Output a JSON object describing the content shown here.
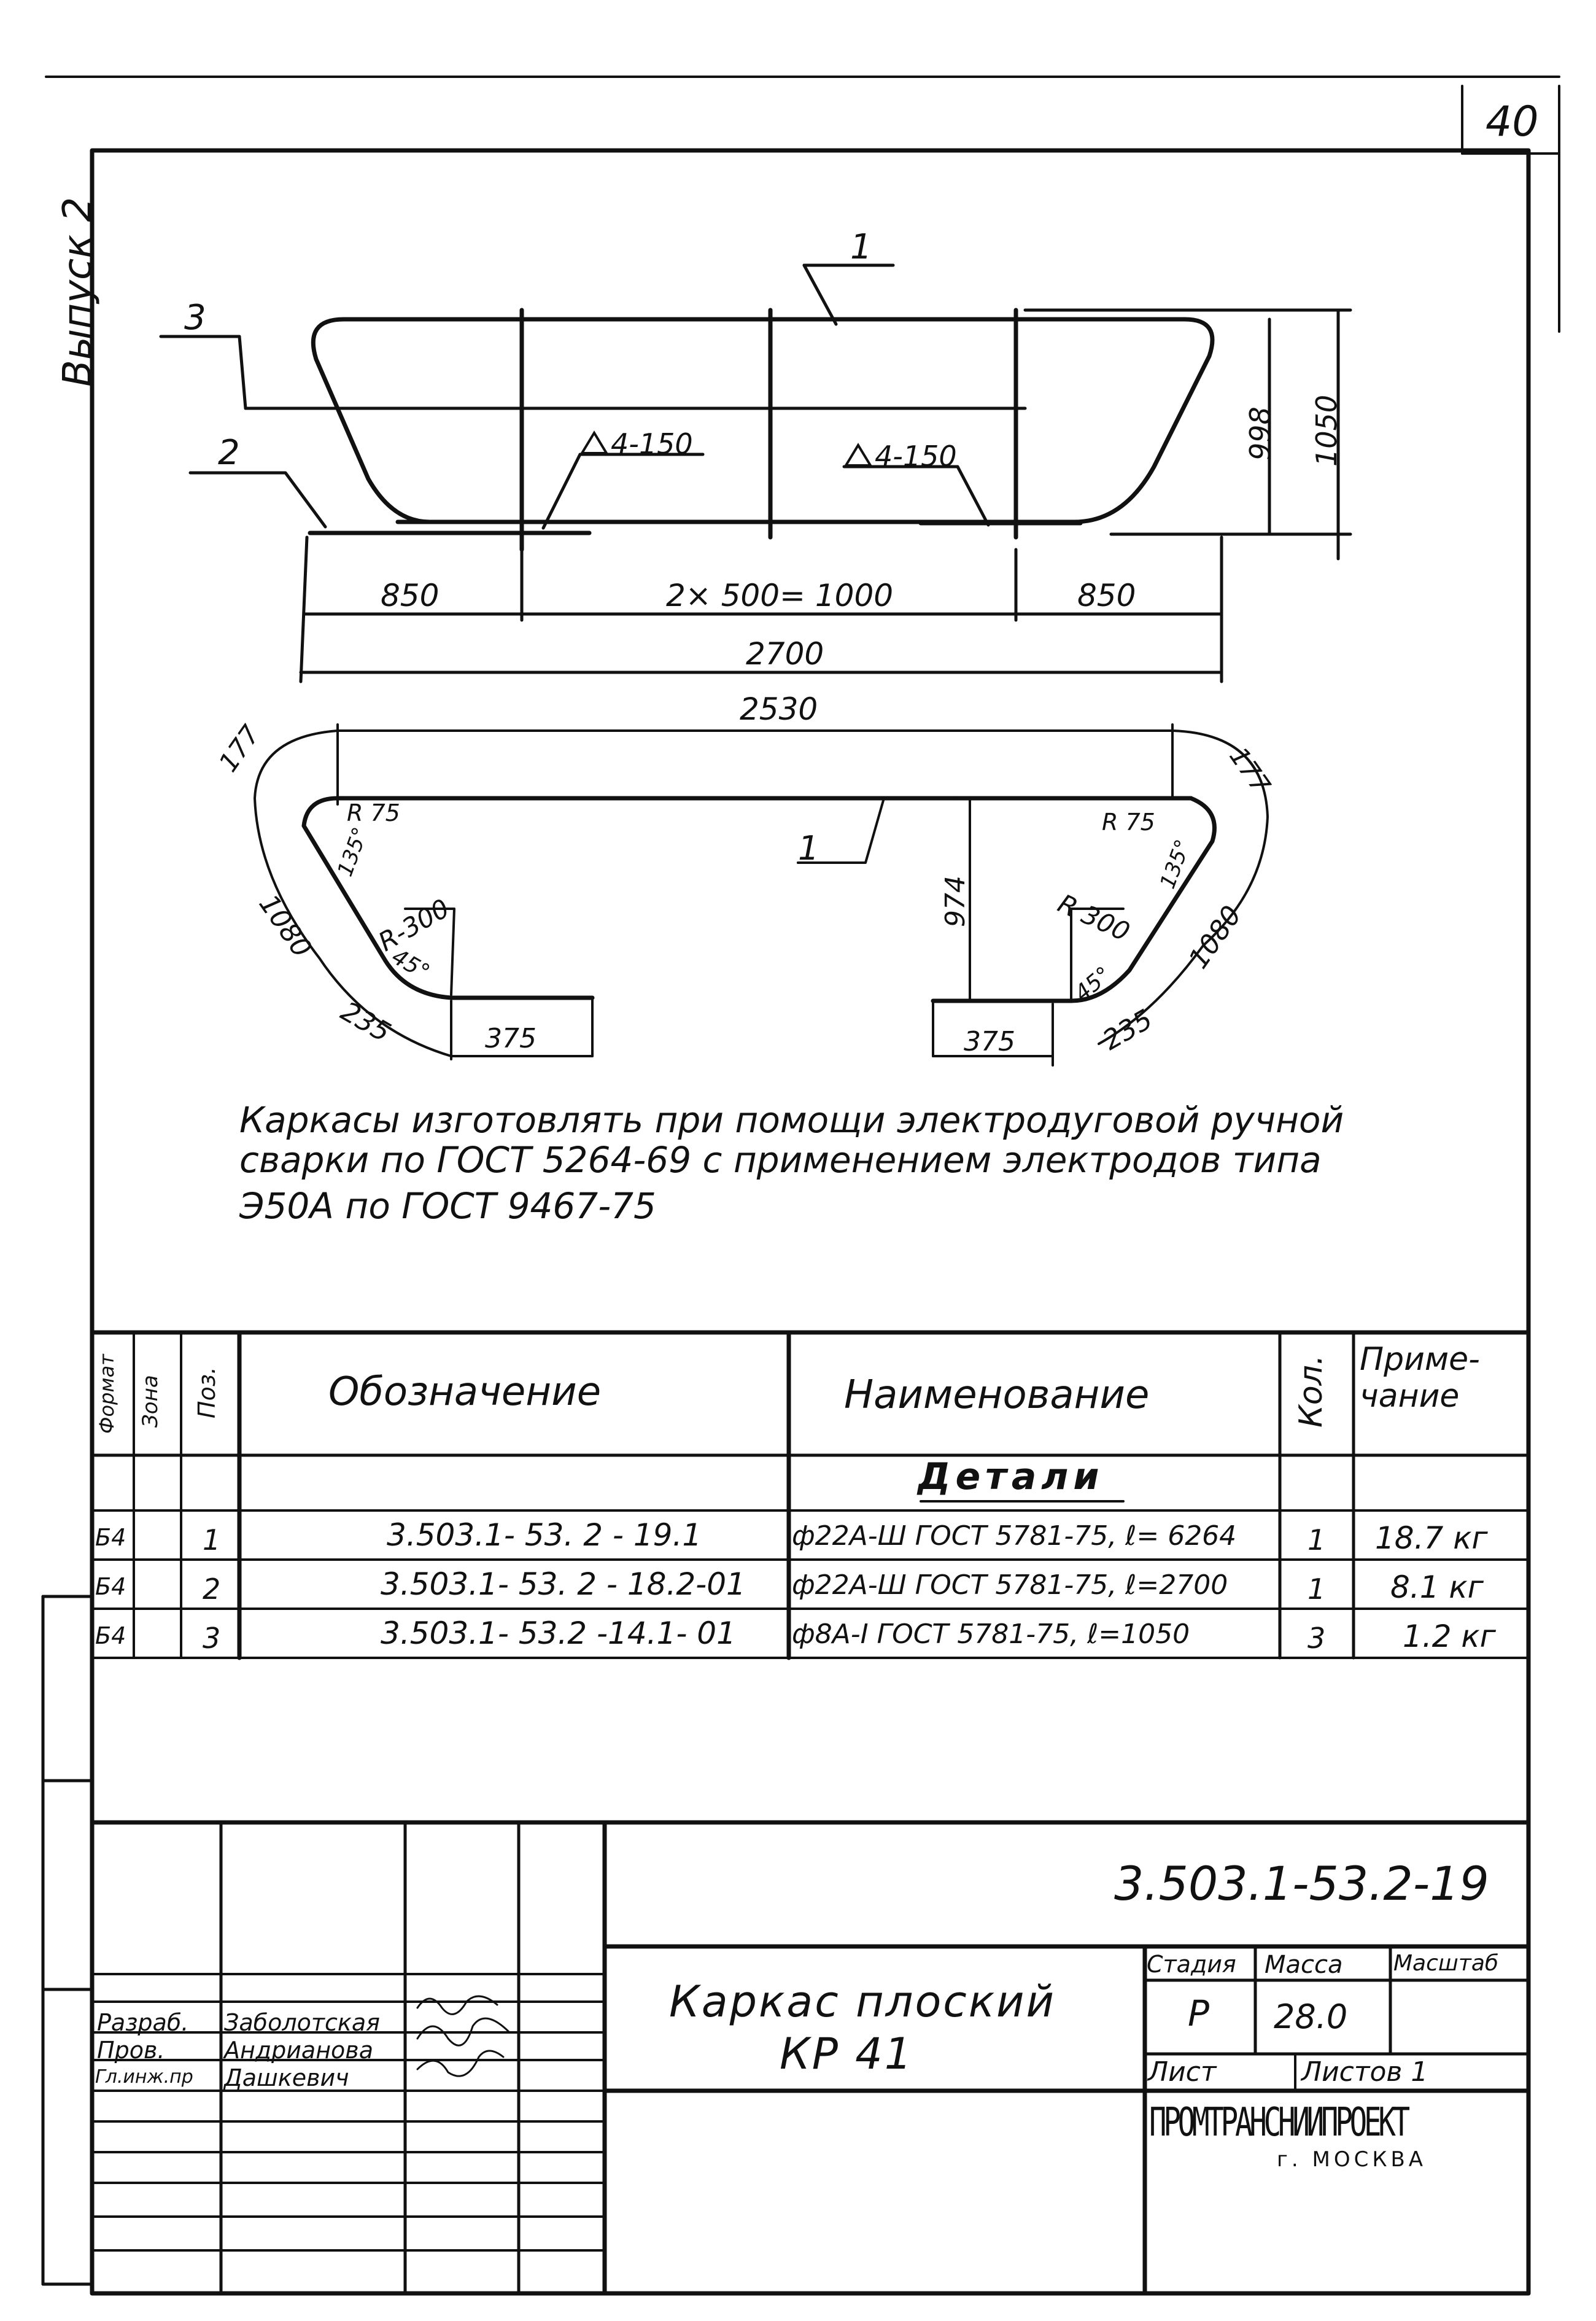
{
  "sheet_number": "40",
  "issue_label": "Выпуск 2",
  "drawing": {
    "position_labels": {
      "p1_top": "1",
      "p2": "2",
      "p3": "3",
      "p1_bottom": "1"
    },
    "welds": [
      "4-150",
      "4-150"
    ],
    "dims_top": {
      "left": "850",
      "middle": "2× 500= 1000",
      "right": "850",
      "overall": "2700",
      "height_inner": "998",
      "height_outer": "1050"
    },
    "dims_bottom": {
      "top": "2530",
      "arc_left": "177",
      "arc_right": "177",
      "side_left": "1080",
      "side_right": "1080",
      "tail_left": "235",
      "tail_right": "235",
      "foot_left": "375",
      "foot_right": "375",
      "height": "974",
      "r_small_left": "R 75",
      "r_small_right": "R 75",
      "r_big_left": "R-300",
      "r_big_right": "R 300",
      "angle_135_left": "135°",
      "angle_135_right": "135°",
      "angle_45_left": "45°",
      "angle_45_right": "45°"
    }
  },
  "note": {
    "line1": "Каркасы изготовлять при помощи электродуговой ручной",
    "line2": "сварки по ГОСТ 5264-69 с применением электродов типа",
    "line3": "Э50А  по ГОСТ  9467-75"
  },
  "spec": {
    "headers": {
      "format": "Формат",
      "zone": "Зона",
      "pos": "Поз.",
      "designation": "Обозначение",
      "name": "Наименование",
      "qty": "Кол.",
      "note": "Приме-\nчание"
    },
    "section": "Детали",
    "rows": [
      {
        "format": "Б4",
        "pos": "1",
        "designation": "3.503.1- 53. 2 - 19.1",
        "name": "ф22А-Ш ГОСТ 5781-75, ℓ= 6264",
        "qty": "1",
        "note": "18.7 кг"
      },
      {
        "format": "Б4",
        "pos": "2",
        "designation": "3.503.1- 53. 2 - 18.2-01",
        "name": "ф22А-Ш ГОСТ 5781-75, ℓ=2700",
        "qty": "1",
        "note": "8.1 кг"
      },
      {
        "format": "Б4",
        "pos": "3",
        "designation": "3.503.1- 53.2 -14.1- 01",
        "name": "ф8А-I ГОСТ 5781-75, ℓ=1050",
        "qty": "3",
        "note": "1.2 кг"
      }
    ]
  },
  "title_block": {
    "doc_code": "3.503.1-53.2-19",
    "title_line1": "Каркас плоский",
    "title_line2": "КР 41",
    "stage_label": "Стадия",
    "mass_label": "Масса",
    "scale_label": "Масштаб",
    "stage_value": "Р",
    "mass_value": "28.0",
    "scale_value": "",
    "sheet_label": "Лист",
    "sheets_label": "Листов 1",
    "org": "ПРОМТРАНСНИИПРОЕКТ",
    "city": "г. МОСКВА",
    "staff": [
      {
        "role": "Разраб.",
        "name": "Заболотская"
      },
      {
        "role": "Пров.",
        "name": "Андрианова"
      },
      {
        "role": "Гл.инж.пр",
        "name": "Дашкевич"
      }
    ]
  },
  "colors": {
    "ink": "#111111",
    "paper": "#ffffff"
  }
}
